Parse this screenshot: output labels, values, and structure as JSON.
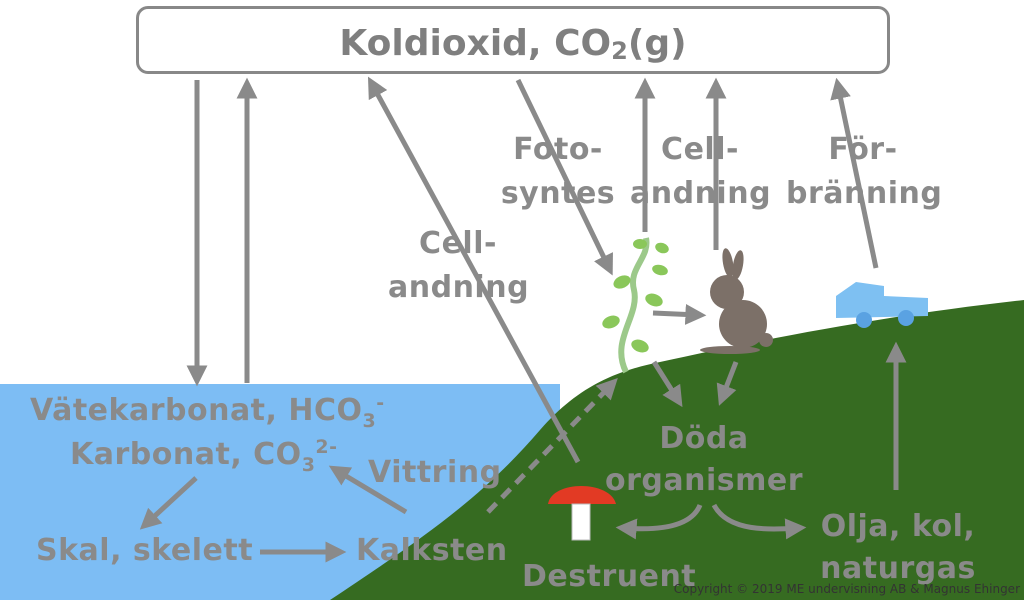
{
  "title": {
    "main": "Koldioxid, CO",
    "sub": "2",
    "suffix": "(g)"
  },
  "processes": {
    "fotosyntes_1": "Foto-",
    "fotosyntes_2": "syntes",
    "cellandning_top_1": "Cell-",
    "cellandning_top_2": "andning",
    "forbranning_1": "För-",
    "forbranning_2": "bränning",
    "cellandning_left_1": "Cell-",
    "cellandning_left_2": "andning",
    "vittring": "Vittring"
  },
  "ocean": {
    "vatekarbonat": "Vätekarbonat, HCO",
    "vatekarbonat_sub": "3",
    "vatekarbonat_sup": "-",
    "karbonat": "Karbonat, CO",
    "karbonat_sub": "3",
    "karbonat_sup": "2-",
    "skal": "Skal, skelett",
    "kalksten": "Kalksten"
  },
  "land": {
    "doda_1": "Döda",
    "doda_2": "organismer",
    "destruent": "Destruent",
    "fossil_1": "Olja, kol,",
    "fossil_2": "naturgas"
  },
  "copyright": "Copyright © 2019 ME undervisning AB & Magnus Ehinger",
  "colors": {
    "water": "#7dbdf4",
    "ground": "#366b21",
    "arrow": "#8a8a8a",
    "text": "#8a8a8a",
    "mushroom": "#e23a24",
    "car": "#7ec0f2",
    "rabbit": "#7c7068",
    "plant": "#8ac75a"
  }
}
